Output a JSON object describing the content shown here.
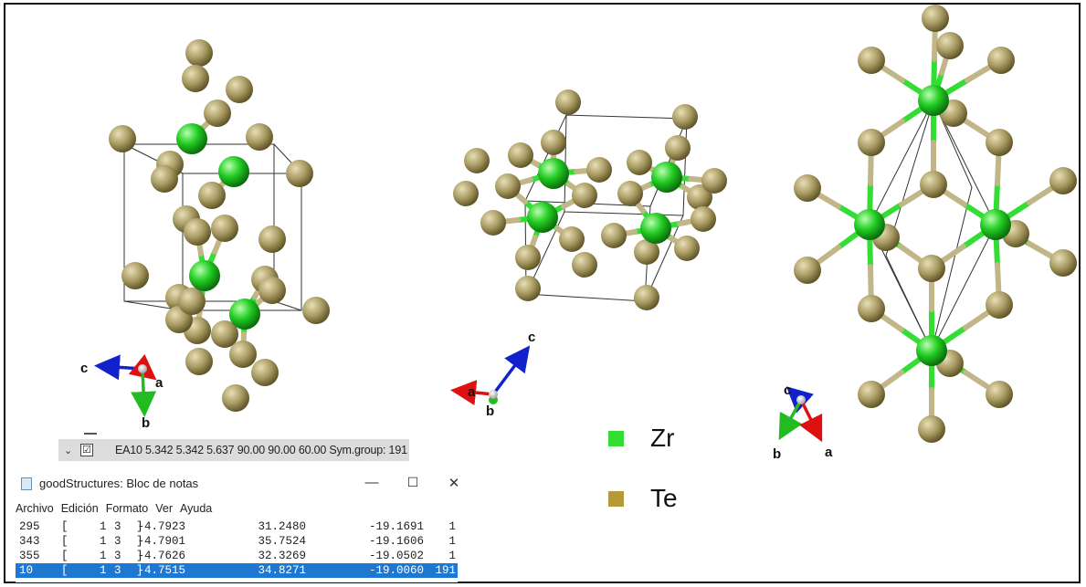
{
  "views": [
    {
      "name": "view-1",
      "axes": [
        "c",
        "a",
        "b"
      ]
    },
    {
      "name": "view-2",
      "axes": [
        "c",
        "a",
        "b"
      ]
    },
    {
      "name": "view-3",
      "axes": [
        "c",
        "b",
        "a"
      ]
    }
  ],
  "legend": [
    {
      "label": "Zr",
      "color": "#33dd33"
    },
    {
      "label": "Te",
      "color": "#b59a3a"
    }
  ],
  "atom_colors": {
    "Zr": "#22cc22",
    "Te": "#a89a62",
    "bond_te": "#c2b588",
    "bond_zr": "#33dd33"
  },
  "axis_colors": {
    "a": "#dd1111",
    "b": "#22bb22",
    "c": "#1122cc"
  },
  "structure_bar": {
    "chevron": "⌄",
    "checkbox": "☑",
    "text": "EA10   5.342  5.342  5.637 90.00 90.00 60.00 Sym.group:  191"
  },
  "notepad": {
    "title": "goodStructures: Bloc de notas",
    "buttons": {
      "minimize": "—",
      "maximize": "☐",
      "close": "✕"
    },
    "menu": [
      "Archivo",
      "Edición",
      "Formato",
      "Ver",
      "Ayuda"
    ],
    "rows": [
      {
        "cells": [
          "295",
          "[",
          "1",
          "3",
          "]",
          "-4.7923",
          "31.2480",
          "-19.1691",
          "1"
        ],
        "selected": false
      },
      {
        "cells": [
          "343",
          "[",
          "1",
          "3",
          "]",
          "-4.7901",
          "35.7524",
          "-19.1606",
          "1"
        ],
        "selected": false
      },
      {
        "cells": [
          "355",
          "[",
          "1",
          "3",
          "]",
          "-4.7626",
          "32.3269",
          "-19.0502",
          "1"
        ],
        "selected": false
      },
      {
        "cells": [
          "10",
          "[",
          "1",
          "3",
          "]",
          "-4.7515",
          "34.8271",
          "-19.0060",
          "191"
        ],
        "selected": true
      }
    ]
  }
}
